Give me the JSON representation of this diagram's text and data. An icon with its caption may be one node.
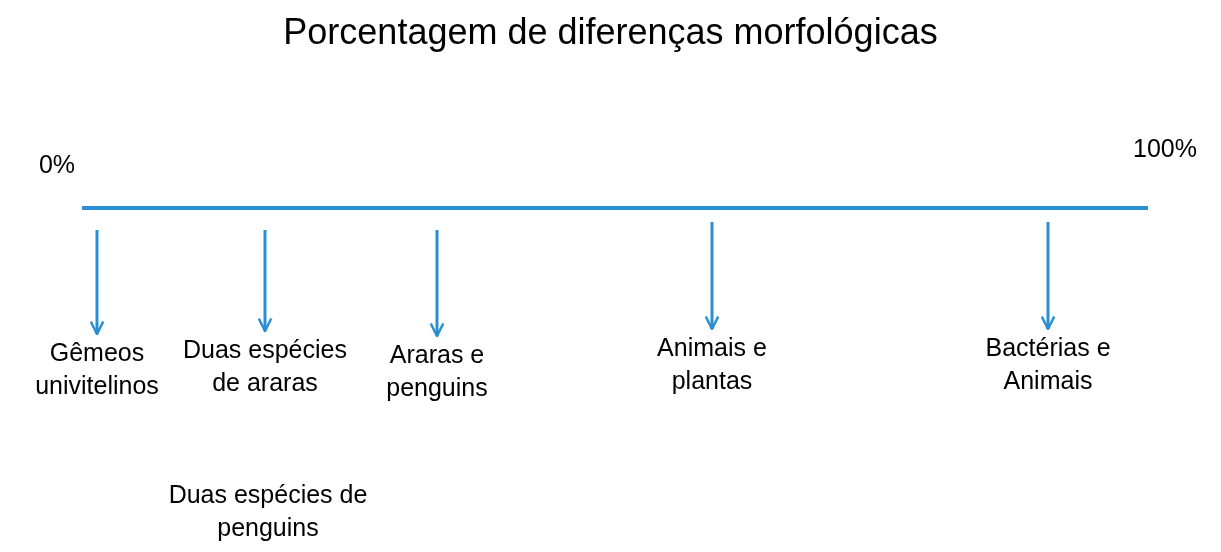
{
  "diagram": {
    "title": "Porcentagem de diferenças morfológicas",
    "nodes": [
      {
        "text": [
          "Gêmeos univitelinos"
        ]
      },
      {
        "text": [
          "Duas espécies de araras"
        ]
      },
      {
        "text": [
          "Araras e penguins"
        ]
      },
      {
        "text": [
          "Animais e plantas"
        ]
      },
      {
        "text": [
          "Bactérias e Animais"
        ]
      }
    ],
    "edges": [
      {
        "from": null,
        "to": 0,
        "arrow": "to"
      },
      {
        "from": null,
        "to": 1,
        "arrow": "to"
      },
      {
        "from": null,
        "to": 2,
        "arrow": "to"
      },
      {
        "from": null,
        "to": 3,
        "arrow": "to"
      },
      {
        "from": null,
        "to": 4,
        "arrow": "to"
      }
    ],
    "labels": [
      "0%",
      "100%",
      "Duas espécies de penguins"
    ]
  }
}
